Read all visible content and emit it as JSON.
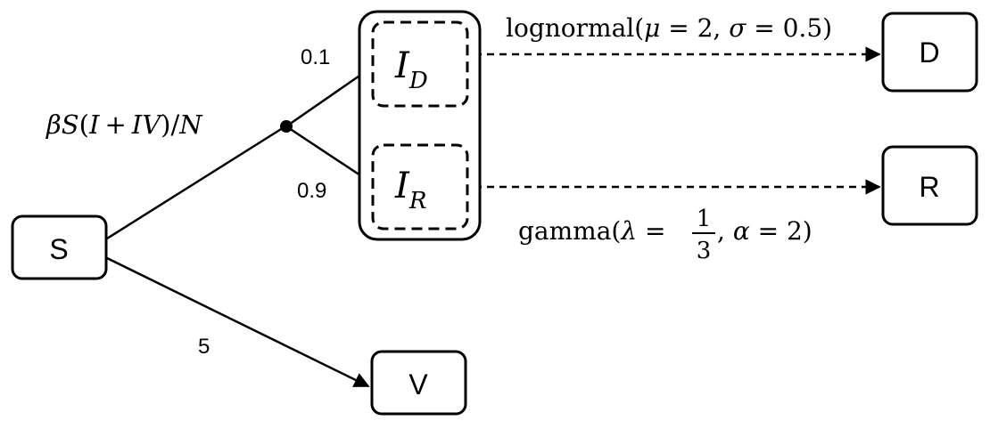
{
  "nodes": {
    "s": "S",
    "v": "V",
    "d": "D",
    "r": "R",
    "i_d": {
      "base": "I",
      "sub": "D"
    },
    "i_r": {
      "base": "I",
      "sub": "R"
    }
  },
  "edge_labels": {
    "infection_rate": {
      "beta": "β",
      "s": "S",
      "paren_open": "(",
      "i": "I",
      "plus": "+",
      "iv": "IV",
      "paren_close": ")/",
      "n": "N"
    },
    "prob_death": "0.1",
    "prob_recovery": "0.9",
    "vaccination_rate": "5",
    "death_delay": {
      "fn": "lognormal(",
      "mu": "μ",
      "mu_eq": " = 2, ",
      "sigma": "σ",
      "sigma_eq": " = 0.5)"
    },
    "recovery_delay": {
      "fn": "gamma(",
      "lambda": "λ",
      "eq": " = ",
      "num": "1",
      "den": "3",
      "comma": ", ",
      "alpha": "α",
      "alpha_eq": " = 2)"
    }
  },
  "colors": {
    "stroke": "#000000",
    "background": "#ffffff"
  }
}
